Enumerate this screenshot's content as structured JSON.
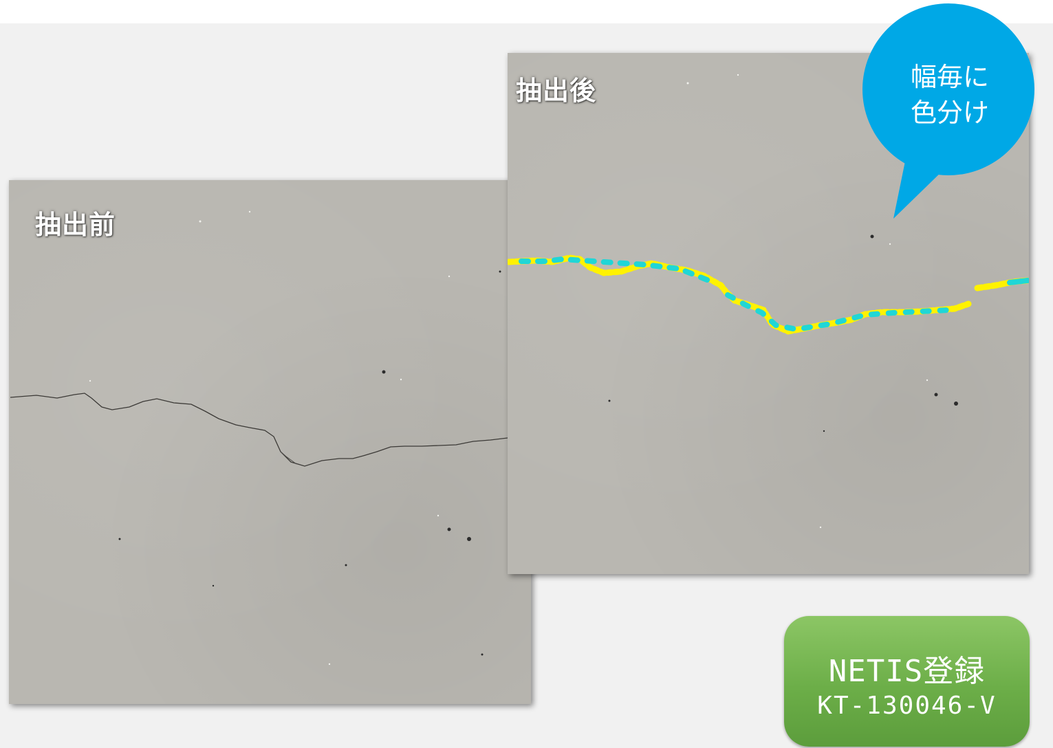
{
  "before": {
    "label": "抽出前"
  },
  "after": {
    "label": "抽出後"
  },
  "callout": {
    "line1": "幅毎に",
    "line2": "色分け",
    "color": "#00a8e6"
  },
  "netis": {
    "title": "NETIS登録",
    "code": "KT-130046-V"
  },
  "colors": {
    "concrete": "#b9b7b1",
    "crack_thin": "#fff200",
    "crack_wide": "#20d6d6",
    "badge_green": "#6cae48"
  }
}
